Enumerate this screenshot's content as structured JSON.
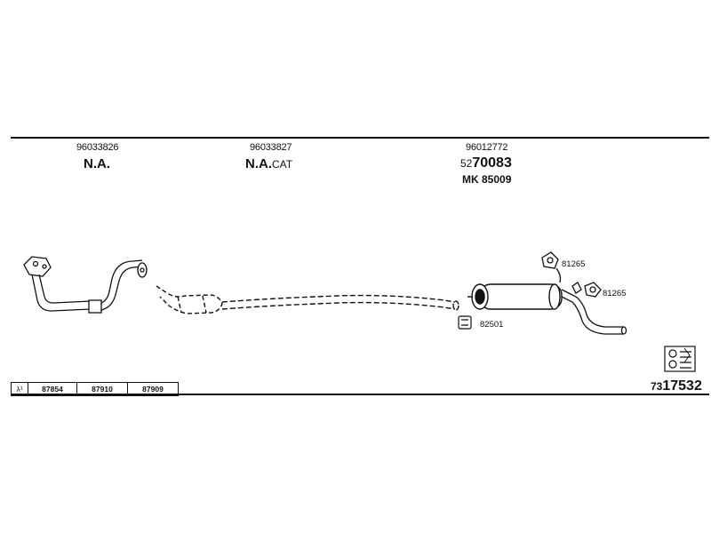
{
  "sections": [
    {
      "part_number": "96033826",
      "label": "N.A.",
      "label_suffix": ""
    },
    {
      "part_number": "96033827",
      "label": "N.A.",
      "label_suffix": "CAT"
    },
    {
      "part_number": "96012772",
      "code_prefix": "52",
      "code_main": "70083",
      "secondary": "MK  85009"
    }
  ],
  "callouts": {
    "bracket_top": "81265",
    "bracket_right": "81265",
    "clamp": "82501"
  },
  "lambda_table": {
    "symbol": "λ¹",
    "values": [
      "87854",
      "87910",
      "87909"
    ]
  },
  "diagram_number": {
    "prefix": "73",
    "main": "17532"
  },
  "icons": [
    "front-pipe-icon",
    "catalytic-converter-icon",
    "intermediate-pipe-icon",
    "rear-silencer-icon",
    "tail-pipe-icon",
    "rubber-hanger-icon",
    "clamp-icon",
    "manual-reference-icon"
  ]
}
